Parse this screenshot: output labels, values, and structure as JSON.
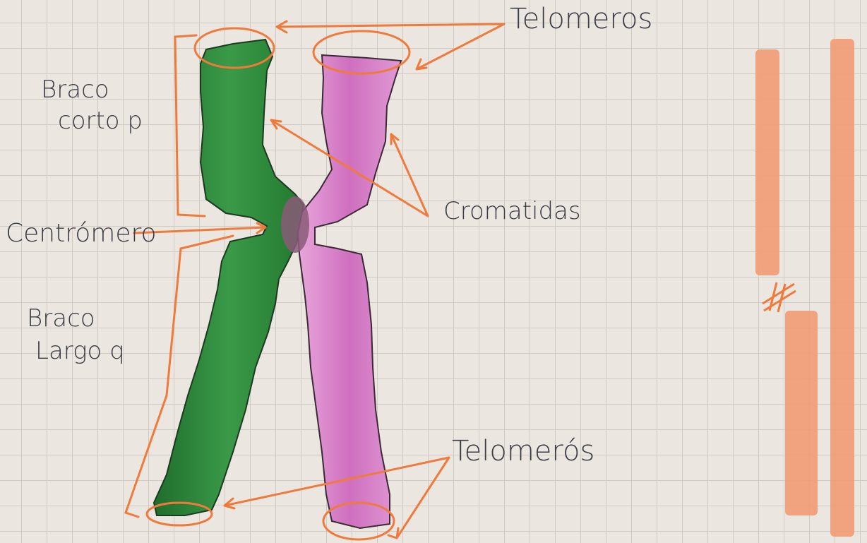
{
  "labels": {
    "telomeros_top": "Telomeros",
    "telomeros_bottom": "Telomerós",
    "brazo_corto_line1": "Braco",
    "brazo_corto_line2": "corto p",
    "centromero": "Centrómero",
    "cromatidas": "Cromatidas",
    "brazo_largo_line1": "Braco",
    "brazo_largo_line2": "Largo q"
  },
  "colors": {
    "annotation": "#f07a3c",
    "chromatid_green": "#2e8a3c",
    "chromatid_pink": "#d887c9",
    "centromere": "#8a5a78",
    "margin_highlight": "#f2a07a"
  }
}
